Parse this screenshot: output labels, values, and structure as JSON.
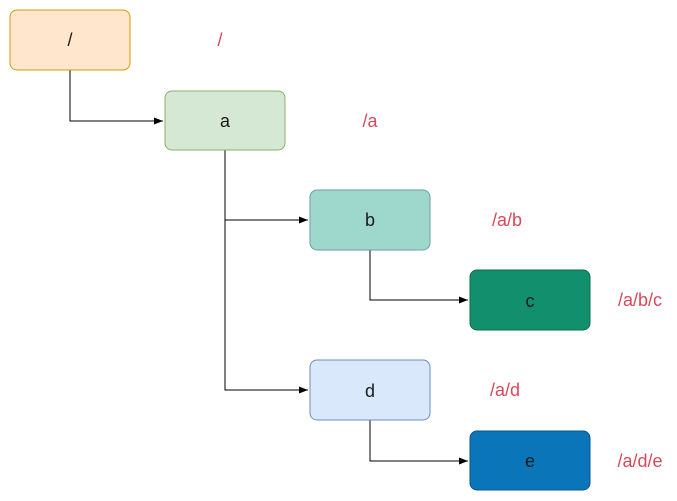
{
  "nodes": [
    {
      "id": "root",
      "label": "/",
      "path": "/",
      "fill": "#ffe6cc",
      "stroke": "#d79b00"
    },
    {
      "id": "a",
      "label": "a",
      "path": "/a",
      "fill": "#d5e8d4",
      "stroke": "#82b366"
    },
    {
      "id": "b",
      "label": "b",
      "path": "/a/b",
      "fill": "#9ed7cb",
      "stroke": "#6c9fae"
    },
    {
      "id": "c",
      "label": "c",
      "path": "/a/b/c",
      "fill": "#12906e",
      "stroke": "#0b6b4f"
    },
    {
      "id": "d",
      "label": "d",
      "path": "/a/d",
      "fill": "#dae8fc",
      "stroke": "#6c8ebf"
    },
    {
      "id": "e",
      "label": "e",
      "path": "/a/d/e",
      "fill": "#0a75b8",
      "stroke": "#0b5590"
    }
  ],
  "edges": [
    {
      "from": "root",
      "to": "a"
    },
    {
      "from": "a",
      "to": "b"
    },
    {
      "from": "b",
      "to": "c"
    },
    {
      "from": "a",
      "to": "d"
    },
    {
      "from": "d",
      "to": "e"
    }
  ],
  "colors": {
    "path_label": "#d9485a",
    "edge": "#000000"
  }
}
